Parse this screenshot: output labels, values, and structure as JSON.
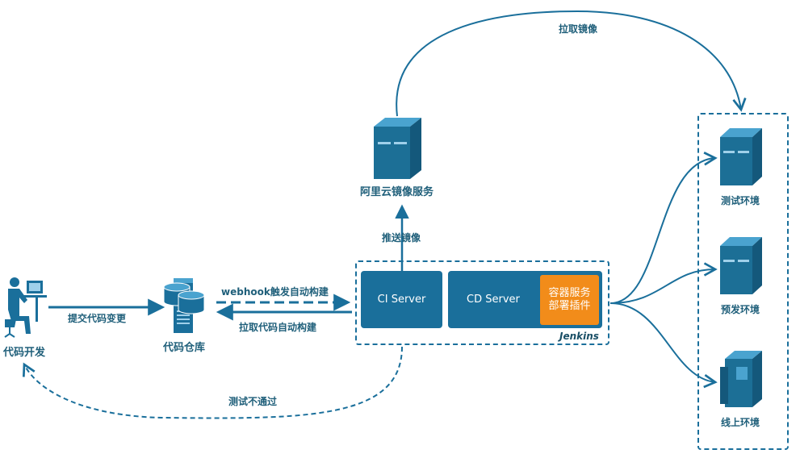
{
  "nodes": {
    "developer": "代码开发",
    "repository": "代码仓库",
    "aliyun_registry": "阿里云镜像服务",
    "ci_server": "CI Server",
    "cd_server": "CD Server",
    "container_plugin_line1": "容器服务",
    "container_plugin_line2": "部署插件",
    "jenkins": "Jenkins",
    "test_env": "测试环境",
    "staging_env": "预发环境",
    "production_env": "线上环境"
  },
  "edges": {
    "commit_changes": "提交代码变更",
    "webhook_trigger": "webhook触发自动构建",
    "pull_code_build": "拉取代码自动构建",
    "push_image": "推送镜像",
    "pull_image": "拉取镜像",
    "test_failed": "测试不通过"
  },
  "colors": {
    "primary": "#1a6f9b",
    "label": "#1f5f7a",
    "accent": "#f28c1a",
    "server_dark": "#1c6f96",
    "server_light": "#4aa3cf"
  },
  "icons": {
    "developer": "person-at-computer-icon",
    "repository": "database-server-icon",
    "server": "server-tower-icon"
  }
}
